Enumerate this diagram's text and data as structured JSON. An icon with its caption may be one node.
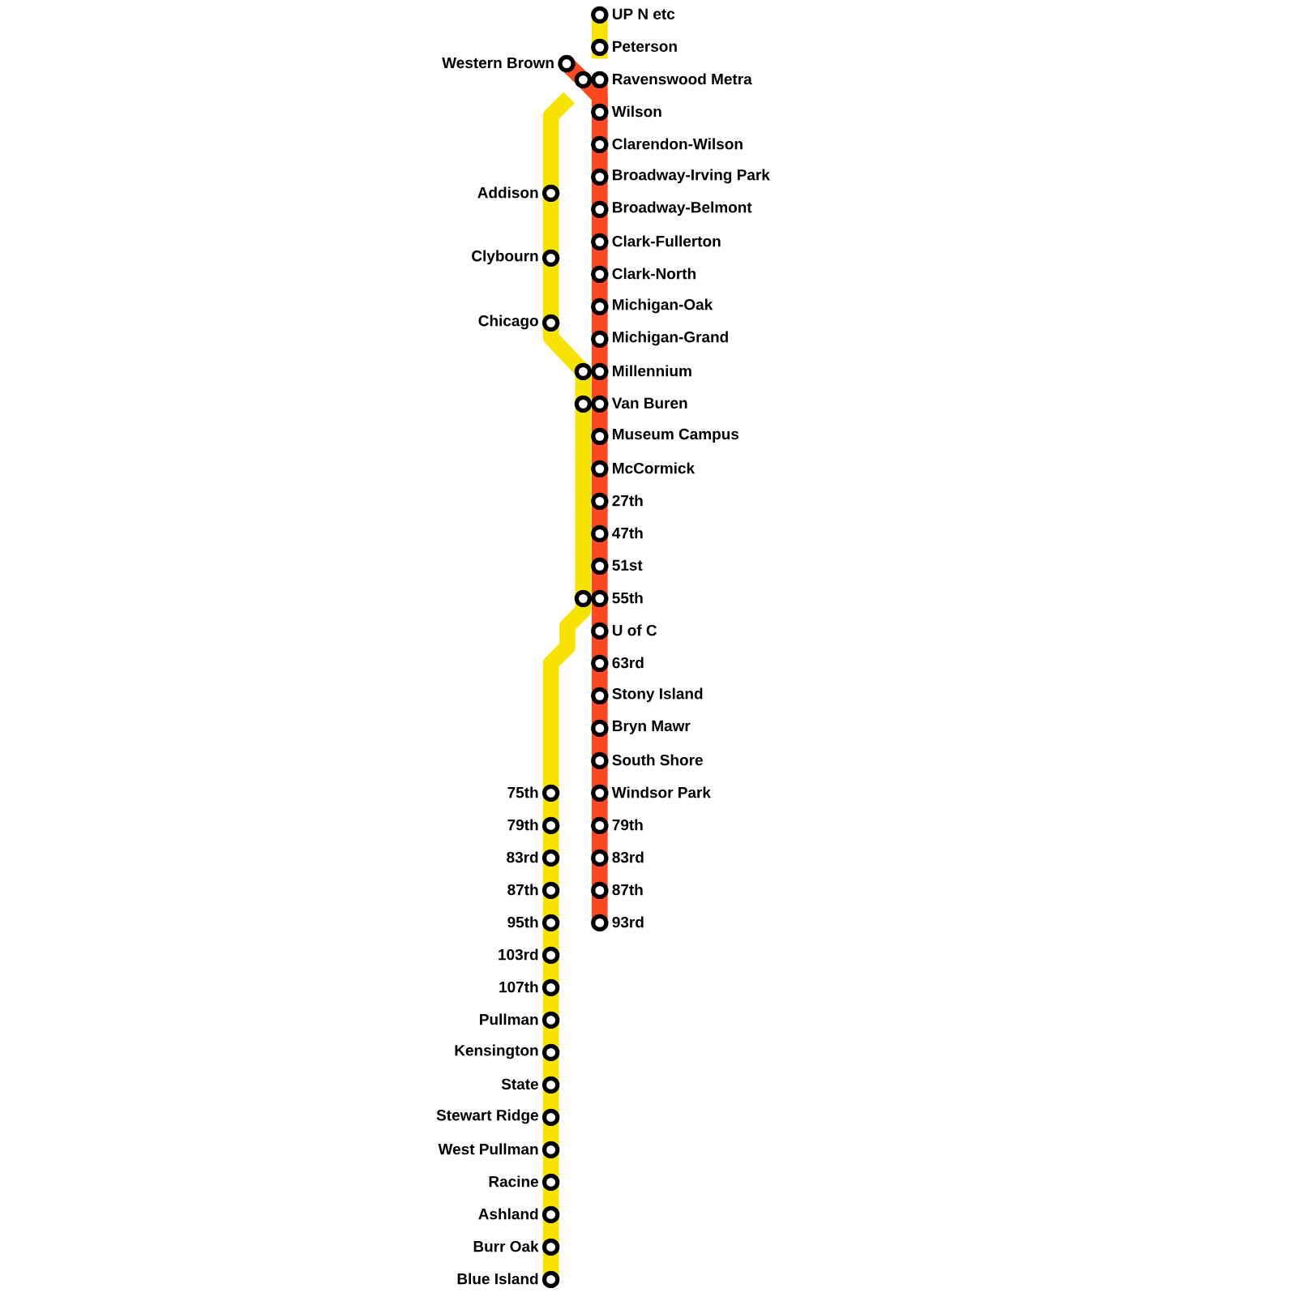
{
  "diagram": {
    "nodes": [
      {
        "text": [
          "UP N etc"
        ]
      },
      {
        "text": [
          "Peterson"
        ]
      },
      {
        "text": [
          "Western Brown"
        ]
      },
      {
        "text": [],
        "shape": "circle"
      },
      {
        "text": [
          "Ravenswood Metra"
        ]
      },
      {
        "text": [
          "Wilson"
        ]
      },
      {
        "text": [
          "Clarendon-Wilson"
        ]
      },
      {
        "text": [
          "Broadway-Irving Park"
        ]
      },
      {
        "text": [
          "Broadway-Belmont"
        ]
      },
      {
        "text": [
          "Clark-Fullerton"
        ]
      },
      {
        "text": [
          "Clark-North"
        ]
      },
      {
        "text": [
          "Michigan-Oak"
        ]
      },
      {
        "text": [
          "Michigan-Grand"
        ]
      },
      {
        "text": [],
        "shape": "circle"
      },
      {
        "text": [
          "Millennium"
        ]
      },
      {
        "text": [],
        "shape": "circle"
      },
      {
        "text": [
          "Van Buren"
        ]
      },
      {
        "text": [
          "Museum Campus"
        ]
      },
      {
        "text": [
          "McCormick"
        ]
      },
      {
        "text": [
          "27th"
        ]
      },
      {
        "text": [
          "47th"
        ]
      },
      {
        "text": [
          "51st"
        ]
      },
      {
        "text": [],
        "shape": "circle"
      },
      {
        "text": [
          "55th"
        ]
      },
      {
        "text": [
          "U of C"
        ]
      },
      {
        "text": [
          "63rd"
        ]
      },
      {
        "text": [
          "Stony Island"
        ]
      },
      {
        "text": [
          "Bryn Mawr"
        ]
      },
      {
        "text": [
          "South Shore"
        ]
      },
      {
        "text": [
          "Windsor Park"
        ]
      },
      {
        "text": [
          "79th"
        ]
      },
      {
        "text": [
          "83rd"
        ]
      },
      {
        "text": [
          "87th"
        ]
      },
      {
        "text": [
          "93rd"
        ]
      },
      {
        "text": [
          "Addison"
        ]
      },
      {
        "text": [
          "Clybourn"
        ]
      },
      {
        "text": [
          "Chicago"
        ]
      },
      {
        "text": [
          "75th"
        ]
      },
      {
        "text": [
          "79th"
        ]
      },
      {
        "text": [
          "83rd"
        ]
      },
      {
        "text": [
          "87th"
        ]
      },
      {
        "text": [
          "95th"
        ]
      },
      {
        "text": [
          "103rd"
        ]
      },
      {
        "text": [
          "107th"
        ]
      },
      {
        "text": [
          "Pullman"
        ]
      },
      {
        "text": [
          "Kensington"
        ]
      },
      {
        "text": [
          "State"
        ]
      },
      {
        "text": [
          "Stewart Ridge"
        ]
      },
      {
        "text": [
          "West Pullman"
        ]
      },
      {
        "text": [
          "Racine"
        ]
      },
      {
        "text": [
          "Ashland"
        ]
      },
      {
        "text": [
          "Burr Oak"
        ]
      },
      {
        "text": [
          "Blue Island"
        ]
      }
    ],
    "edges": [
      {
        "from": 0,
        "to": 1,
        "arrow": "none",
        "color": "#f7e200"
      },
      {
        "from": 1,
        "to": null,
        "arrow": "none",
        "color": "#f7e200"
      },
      {
        "from": null,
        "to": 34,
        "arrow": "none",
        "color": "#f7e200"
      },
      {
        "from": 34,
        "to": 35,
        "arrow": "none",
        "color": "#f7e200"
      },
      {
        "from": 35,
        "to": 36,
        "arrow": "none",
        "color": "#f7e200"
      },
      {
        "from": 36,
        "to": 13,
        "arrow": "none",
        "color": "#f7e200"
      },
      {
        "from": 13,
        "to": 15,
        "arrow": "none",
        "color": "#f7e200"
      },
      {
        "from": 15,
        "to": 22,
        "arrow": "none",
        "color": "#f7e200"
      },
      {
        "from": 22,
        "to": 37,
        "arrow": "none",
        "color": "#f7e200"
      },
      {
        "from": 37,
        "to": 38,
        "arrow": "none",
        "color": "#f7e200"
      },
      {
        "from": 38,
        "to": 39,
        "arrow": "none",
        "color": "#f7e200"
      },
      {
        "from": 39,
        "to": 40,
        "arrow": "none",
        "color": "#f7e200"
      },
      {
        "from": 40,
        "to": 41,
        "arrow": "none",
        "color": "#f7e200"
      },
      {
        "from": 41,
        "to": 42,
        "arrow": "none",
        "color": "#f7e200"
      },
      {
        "from": 42,
        "to": 43,
        "arrow": "none",
        "color": "#f7e200"
      },
      {
        "from": 43,
        "to": 44,
        "arrow": "none",
        "color": "#f7e200"
      },
      {
        "from": 44,
        "to": 45,
        "arrow": "none",
        "color": "#f7e200"
      },
      {
        "from": 45,
        "to": 46,
        "arrow": "none",
        "color": "#f7e200"
      },
      {
        "from": 46,
        "to": 47,
        "arrow": "none",
        "color": "#f7e200"
      },
      {
        "from": 47,
        "to": 48,
        "arrow": "none",
        "color": "#f7e200"
      },
      {
        "from": 48,
        "to": 49,
        "arrow": "none",
        "color": "#f7e200"
      },
      {
        "from": 49,
        "to": 50,
        "arrow": "none",
        "color": "#f7e200"
      },
      {
        "from": 50,
        "to": 51,
        "arrow": "none",
        "color": "#f7e200"
      },
      {
        "from": 51,
        "to": 52,
        "arrow": "none",
        "color": "#f7e200"
      },
      {
        "from": 2,
        "to": 3,
        "arrow": "none"
      },
      {
        "from": 3,
        "to": 5,
        "arrow": "none"
      },
      {
        "from": 4,
        "to": 5,
        "arrow": "none"
      },
      {
        "from": 5,
        "to": 6,
        "arrow": "none"
      },
      {
        "from": 6,
        "to": 7,
        "arrow": "none"
      },
      {
        "from": 7,
        "to": 8,
        "arrow": "none"
      },
      {
        "from": 8,
        "to": 9,
        "arrow": "none"
      },
      {
        "from": 9,
        "to": 10,
        "arrow": "none"
      },
      {
        "from": 10,
        "to": 11,
        "arrow": "none"
      },
      {
        "from": 11,
        "to": 12,
        "arrow": "none"
      },
      {
        "from": 12,
        "to": 14,
        "arrow": "none"
      },
      {
        "from": 14,
        "to": 16,
        "arrow": "none"
      },
      {
        "from": 16,
        "to": 17,
        "arrow": "none"
      },
      {
        "from": 17,
        "to": 18,
        "arrow": "none"
      },
      {
        "from": 18,
        "to": 19,
        "arrow": "none"
      },
      {
        "from": 19,
        "to": 20,
        "arrow": "none"
      },
      {
        "from": 20,
        "to": 21,
        "arrow": "none"
      },
      {
        "from": 21,
        "to": 23,
        "arrow": "none"
      },
      {
        "from": 23,
        "to": 24,
        "arrow": "none"
      },
      {
        "from": 24,
        "to": 25,
        "arrow": "none"
      },
      {
        "from": 25,
        "to": 26,
        "arrow": "none"
      },
      {
        "from": 26,
        "to": 27,
        "arrow": "none"
      },
      {
        "from": 27,
        "to": 28,
        "arrow": "none"
      },
      {
        "from": 28,
        "to": 29,
        "arrow": "none"
      },
      {
        "from": 29,
        "to": 30,
        "arrow": "none"
      },
      {
        "from": 30,
        "to": 31,
        "arrow": "none"
      },
      {
        "from": 31,
        "to": 32,
        "arrow": "none"
      },
      {
        "from": 32,
        "to": 33,
        "arrow": "none"
      }
    ]
  }
}
